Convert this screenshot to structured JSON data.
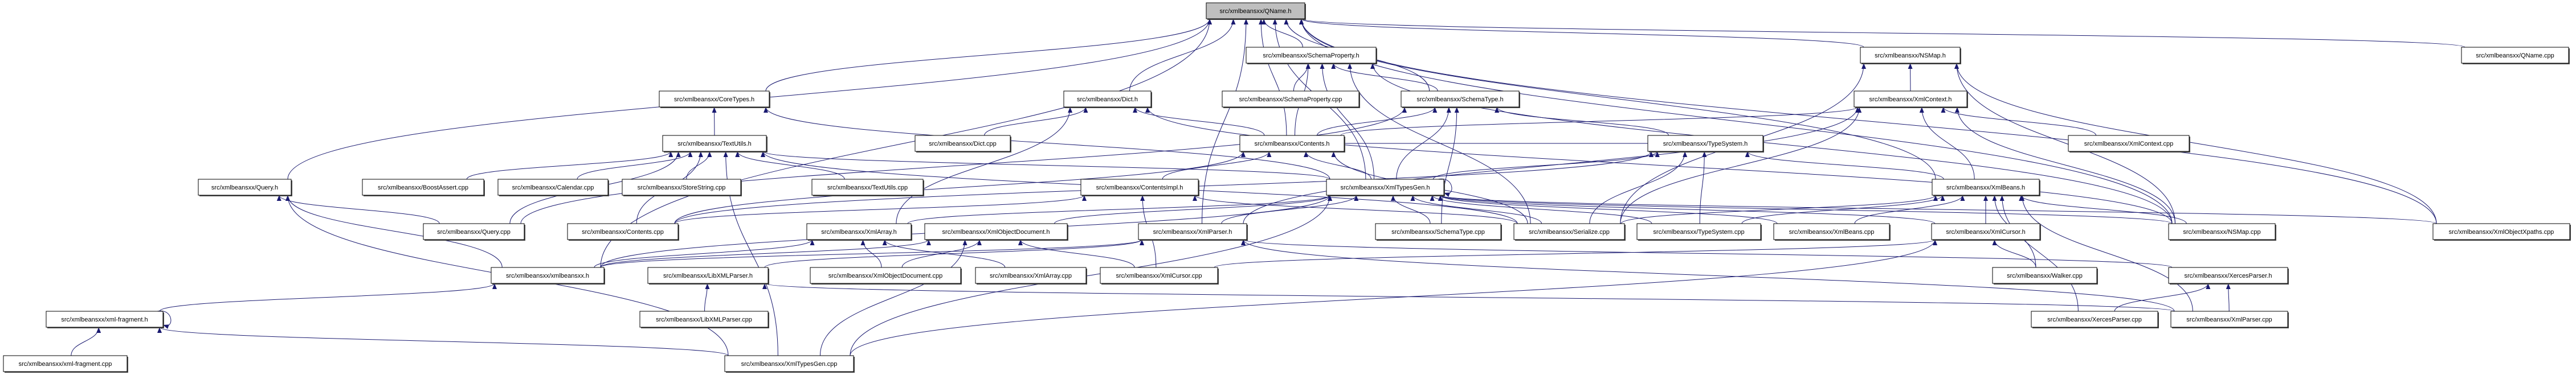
{
  "diagram": {
    "type": "include-dependency-graph",
    "root": "QName.h",
    "colors": {
      "edge": "#191970",
      "root_fill": "#bfbfbf",
      "node_fill": "#ffffff",
      "node_border": "#000000"
    },
    "nodes": [
      {
        "id": "QName.h",
        "label": "src/xmlbeansxx/QName.h",
        "root": true
      },
      {
        "id": "SchemaProperty.h",
        "label": "src/xmlbeansxx/SchemaProperty.h"
      },
      {
        "id": "NSMap.h",
        "label": "src/xmlbeansxx/NSMap.h"
      },
      {
        "id": "QName.cpp",
        "label": "src/xmlbeansxx/QName.cpp"
      },
      {
        "id": "CoreTypes.h",
        "label": "src/xmlbeansxx/CoreTypes.h"
      },
      {
        "id": "Dict.h",
        "label": "src/xmlbeansxx/Dict.h"
      },
      {
        "id": "SchemaProperty.cpp",
        "label": "src/xmlbeansxx/SchemaProperty.cpp"
      },
      {
        "id": "SchemaType.h",
        "label": "src/xmlbeansxx/SchemaType.h"
      },
      {
        "id": "XmlContext.h",
        "label": "src/xmlbeansxx/XmlContext.h"
      },
      {
        "id": "TextUtils.h",
        "label": "src/xmlbeansxx/TextUtils.h"
      },
      {
        "id": "Dict.cpp",
        "label": "src/xmlbeansxx/Dict.cpp"
      },
      {
        "id": "Contents.h",
        "label": "src/xmlbeansxx/Contents.h"
      },
      {
        "id": "TypeSystem.h",
        "label": "src/xmlbeansxx/TypeSystem.h"
      },
      {
        "id": "XmlContext.cpp",
        "label": "src/xmlbeansxx/XmlContext.cpp"
      },
      {
        "id": "Query.h",
        "label": "src/xmlbeansxx/Query.h"
      },
      {
        "id": "BoostAssert.cpp",
        "label": "src/xmlbeansxx/BoostAssert.cpp"
      },
      {
        "id": "Calendar.cpp",
        "label": "src/xmlbeansxx/Calendar.cpp"
      },
      {
        "id": "StoreString.cpp",
        "label": "src/xmlbeansxx/StoreString.cpp"
      },
      {
        "id": "TextUtils.cpp",
        "label": "src/xmlbeansxx/TextUtils.cpp"
      },
      {
        "id": "ContentsImpl.h",
        "label": "src/xmlbeansxx/ContentsImpl.h"
      },
      {
        "id": "XmlTypesGen.h",
        "label": "src/xmlbeansxx/XmlTypesGen.h"
      },
      {
        "id": "XmlBeans.h",
        "label": "src/xmlbeansxx/XmlBeans.h"
      },
      {
        "id": "Query.cpp",
        "label": "src/xmlbeansxx/Query.cpp"
      },
      {
        "id": "Contents.cpp",
        "label": "src/xmlbeansxx/Contents.cpp"
      },
      {
        "id": "XmlArray.h",
        "label": "src/xmlbeansxx/XmlArray.h"
      },
      {
        "id": "XmlObjectDocument.h",
        "label": "src/xmlbeansxx/XmlObjectDocument.h"
      },
      {
        "id": "XmlParser.h",
        "label": "src/xmlbeansxx/XmlParser.h"
      },
      {
        "id": "SchemaType.cpp",
        "label": "src/xmlbeansxx/SchemaType.cpp"
      },
      {
        "id": "Serialize.cpp",
        "label": "src/xmlbeansxx/Serialize.cpp"
      },
      {
        "id": "TypeSystem.cpp",
        "label": "src/xmlbeansxx/TypeSystem.cpp"
      },
      {
        "id": "XmlBeans.cpp",
        "label": "src/xmlbeansxx/XmlBeans.cpp"
      },
      {
        "id": "XmlCursor.h",
        "label": "src/xmlbeansxx/XmlCursor.h"
      },
      {
        "id": "NSMap.cpp",
        "label": "src/xmlbeansxx/NSMap.cpp"
      },
      {
        "id": "XmlObjectXpaths.cpp",
        "label": "src/xmlbeansxx/XmlObjectXpaths.cpp"
      },
      {
        "id": "xmlbeansxx.h",
        "label": "src/xmlbeansxx/xmlbeansxx.h"
      },
      {
        "id": "LibXMLParser.h",
        "label": "src/xmlbeansxx/LibXMLParser.h"
      },
      {
        "id": "XmlObjectDocument.cpp",
        "label": "src/xmlbeansxx/XmlObjectDocument.cpp"
      },
      {
        "id": "XmlArray.cpp",
        "label": "src/xmlbeansxx/XmlArray.cpp"
      },
      {
        "id": "XmlCursor.cpp",
        "label": "src/xmlbeansxx/XmlCursor.cpp"
      },
      {
        "id": "Walker.cpp",
        "label": "src/xmlbeansxx/Walker.cpp"
      },
      {
        "id": "XercesParser.h",
        "label": "src/xmlbeansxx/XercesParser.h"
      },
      {
        "id": "xml-fragment.h",
        "label": "src/xmlbeansxx/xml-fragment.h"
      },
      {
        "id": "LibXMLParser.cpp",
        "label": "src/xmlbeansxx/LibXMLParser.cpp"
      },
      {
        "id": "XercesParser.cpp",
        "label": "src/xmlbeansxx/XercesParser.cpp"
      },
      {
        "id": "XmlParser.cpp",
        "label": "src/xmlbeansxx/XmlParser.cpp"
      },
      {
        "id": "xml-fragment.cpp",
        "label": "src/xmlbeansxx/xml-fragment.cpp"
      },
      {
        "id": "XmlTypesGen.cpp",
        "label": "src/xmlbeansxx/XmlTypesGen.cpp"
      }
    ],
    "edges": [
      [
        "SchemaProperty.h",
        "QName.h"
      ],
      [
        "NSMap.h",
        "QName.h"
      ],
      [
        "QName.cpp",
        "QName.h"
      ],
      [
        "CoreTypes.h",
        "QName.h"
      ],
      [
        "Dict.h",
        "QName.h"
      ],
      [
        "SchemaType.h",
        "QName.h"
      ],
      [
        "Query.h",
        "QName.h"
      ],
      [
        "xmlbeansxx.h",
        "QName.h"
      ],
      [
        "Contents.h",
        "QName.h"
      ],
      [
        "XmlTypesGen.h",
        "QName.h"
      ],
      [
        "XmlParser.h",
        "QName.h"
      ],
      [
        "XmlObjectXpaths.cpp",
        "QName.h"
      ],
      [
        "NSMap.cpp",
        "QName.h"
      ],
      [
        "XmlBeans.h",
        "QName.h"
      ],
      [
        "SchemaProperty.cpp",
        "SchemaProperty.h"
      ],
      [
        "SchemaType.h",
        "SchemaProperty.h"
      ],
      [
        "XmlTypesGen.h",
        "SchemaProperty.h"
      ],
      [
        "Contents.h",
        "SchemaProperty.h"
      ],
      [
        "Serialize.cpp",
        "SchemaProperty.h"
      ],
      [
        "NSMap.cpp",
        "SchemaProperty.h"
      ],
      [
        "XmlContext.h",
        "NSMap.h"
      ],
      [
        "NSMap.cpp",
        "NSMap.h"
      ],
      [
        "Serialize.cpp",
        "NSMap.h"
      ],
      [
        "XmlObjectXpaths.cpp",
        "NSMap.h"
      ],
      [
        "TextUtils.h",
        "CoreTypes.h"
      ],
      [
        "XmlTypesGen.h",
        "CoreTypes.h"
      ],
      [
        "Dict.cpp",
        "Dict.h"
      ],
      [
        "Contents.h",
        "Dict.h"
      ],
      [
        "XmlArray.h",
        "Dict.h"
      ],
      [
        "NSMap.cpp",
        "Dict.h"
      ],
      [
        "Contents.h",
        "SchemaType.h"
      ],
      [
        "TypeSystem.h",
        "SchemaType.h"
      ],
      [
        "XmlTypesGen.h",
        "SchemaType.h"
      ],
      [
        "SchemaType.cpp",
        "SchemaType.h"
      ],
      [
        "Query.cpp",
        "SchemaType.h"
      ],
      [
        "XmlContext.cpp",
        "XmlContext.h"
      ],
      [
        "XmlBeans.h",
        "XmlContext.h"
      ],
      [
        "Contents.h",
        "XmlContext.h"
      ],
      [
        "Serialize.cpp",
        "XmlContext.h"
      ],
      [
        "NSMap.cpp",
        "XmlContext.h"
      ],
      [
        "XmlParser.h",
        "XmlContext.h"
      ],
      [
        "BoostAssert.cpp",
        "TextUtils.h"
      ],
      [
        "Calendar.cpp",
        "TextUtils.h"
      ],
      [
        "StoreString.cpp",
        "TextUtils.h"
      ],
      [
        "TextUtils.cpp",
        "TextUtils.h"
      ],
      [
        "Query.cpp",
        "TextUtils.h"
      ],
      [
        "Contents.cpp",
        "TextUtils.h"
      ],
      [
        "XmlTypesGen.h",
        "TextUtils.h"
      ],
      [
        "Serialize.cpp",
        "TextUtils.h"
      ],
      [
        "XmlTypesGen.cpp",
        "TextUtils.h"
      ],
      [
        "ContentsImpl.h",
        "Contents.h"
      ],
      [
        "XmlTypesGen.h",
        "Contents.h"
      ],
      [
        "TypeSystem.h",
        "Contents.h"
      ],
      [
        "Contents.cpp",
        "Contents.h"
      ],
      [
        "Serialize.cpp",
        "Contents.h"
      ],
      [
        "XmlTypesGen.h",
        "TypeSystem.h"
      ],
      [
        "TypeSystem.cpp",
        "TypeSystem.h"
      ],
      [
        "Serialize.cpp",
        "TypeSystem.h"
      ],
      [
        "XmlBeans.h",
        "TypeSystem.h"
      ],
      [
        "Contents.cpp",
        "TypeSystem.h"
      ],
      [
        "Query.cpp",
        "Query.h"
      ],
      [
        "xmlbeansxx.h",
        "Query.h"
      ],
      [
        "XmlTypesGen.cpp",
        "Query.h"
      ],
      [
        "Contents.cpp",
        "ContentsImpl.h"
      ],
      [
        "XmlCursor.cpp",
        "ContentsImpl.h"
      ],
      [
        "Serialize.cpp",
        "ContentsImpl.h"
      ],
      [
        "XmlTypesGen.h",
        "XmlTypesGen.h"
      ],
      [
        "SchemaType.cpp",
        "XmlTypesGen.h"
      ],
      [
        "Serialize.cpp",
        "XmlTypesGen.h"
      ],
      [
        "TypeSystem.cpp",
        "XmlTypesGen.h"
      ],
      [
        "XmlBeans.cpp",
        "XmlTypesGen.h"
      ],
      [
        "XmlArray.h",
        "XmlTypesGen.h"
      ],
      [
        "XmlObjectDocument.h",
        "XmlTypesGen.h"
      ],
      [
        "XmlParser.h",
        "XmlTypesGen.h"
      ],
      [
        "XmlCursor.h",
        "XmlTypesGen.h"
      ],
      [
        "NSMap.cpp",
        "XmlTypesGen.h"
      ],
      [
        "xmlbeansxx.h",
        "XmlTypesGen.h"
      ],
      [
        "XmlTypesGen.cpp",
        "XmlTypesGen.h"
      ],
      [
        "XmlObjectXpaths.cpp",
        "XmlTypesGen.h"
      ],
      [
        "XmlBeans.cpp",
        "XmlBeans.h"
      ],
      [
        "XmlCursor.h",
        "XmlBeans.h"
      ],
      [
        "NSMap.cpp",
        "XmlBeans.h"
      ],
      [
        "Walker.cpp",
        "XmlBeans.h"
      ],
      [
        "XercesParser.cpp",
        "XmlBeans.h"
      ],
      [
        "XmlParser.cpp",
        "XmlBeans.h"
      ],
      [
        "Serialize.cpp",
        "XmlBeans.h"
      ],
      [
        "TypeSystem.cpp",
        "XmlBeans.h"
      ],
      [
        "XmlObjectDocument.cpp",
        "XmlArray.h"
      ],
      [
        "XmlArray.cpp",
        "XmlArray.h"
      ],
      [
        "xmlbeansxx.h",
        "XmlArray.h"
      ],
      [
        "XmlObjectDocument.cpp",
        "XmlObjectDocument.h"
      ],
      [
        "XmlCursor.cpp",
        "XmlObjectDocument.h"
      ],
      [
        "xmlbeansxx.h",
        "XmlObjectDocument.h"
      ],
      [
        "XmlTypesGen.cpp",
        "XmlObjectDocument.h"
      ],
      [
        "LibXMLParser.h",
        "XmlParser.h"
      ],
      [
        "XercesParser.h",
        "XmlParser.h"
      ],
      [
        "XmlParser.cpp",
        "XmlParser.h"
      ],
      [
        "xmlbeansxx.h",
        "XmlParser.h"
      ],
      [
        "Walker.cpp",
        "XmlCursor.h"
      ],
      [
        "XmlCursor.cpp",
        "XmlCursor.h"
      ],
      [
        "XmlTypesGen.cpp",
        "XmlCursor.h"
      ],
      [
        "xml-fragment.h",
        "xmlbeansxx.h"
      ],
      [
        "LibXMLParser.cpp",
        "LibXMLParser.h"
      ],
      [
        "XmlParser.cpp",
        "LibXMLParser.h"
      ],
      [
        "XercesParser.cpp",
        "XercesParser.h"
      ],
      [
        "XmlParser.cpp",
        "XercesParser.h"
      ],
      [
        "xml-fragment.h",
        "xml-fragment.h"
      ],
      [
        "xml-fragment.cpp",
        "xml-fragment.h"
      ],
      [
        "XmlTypesGen.cpp",
        "xml-fragment.h"
      ]
    ]
  }
}
